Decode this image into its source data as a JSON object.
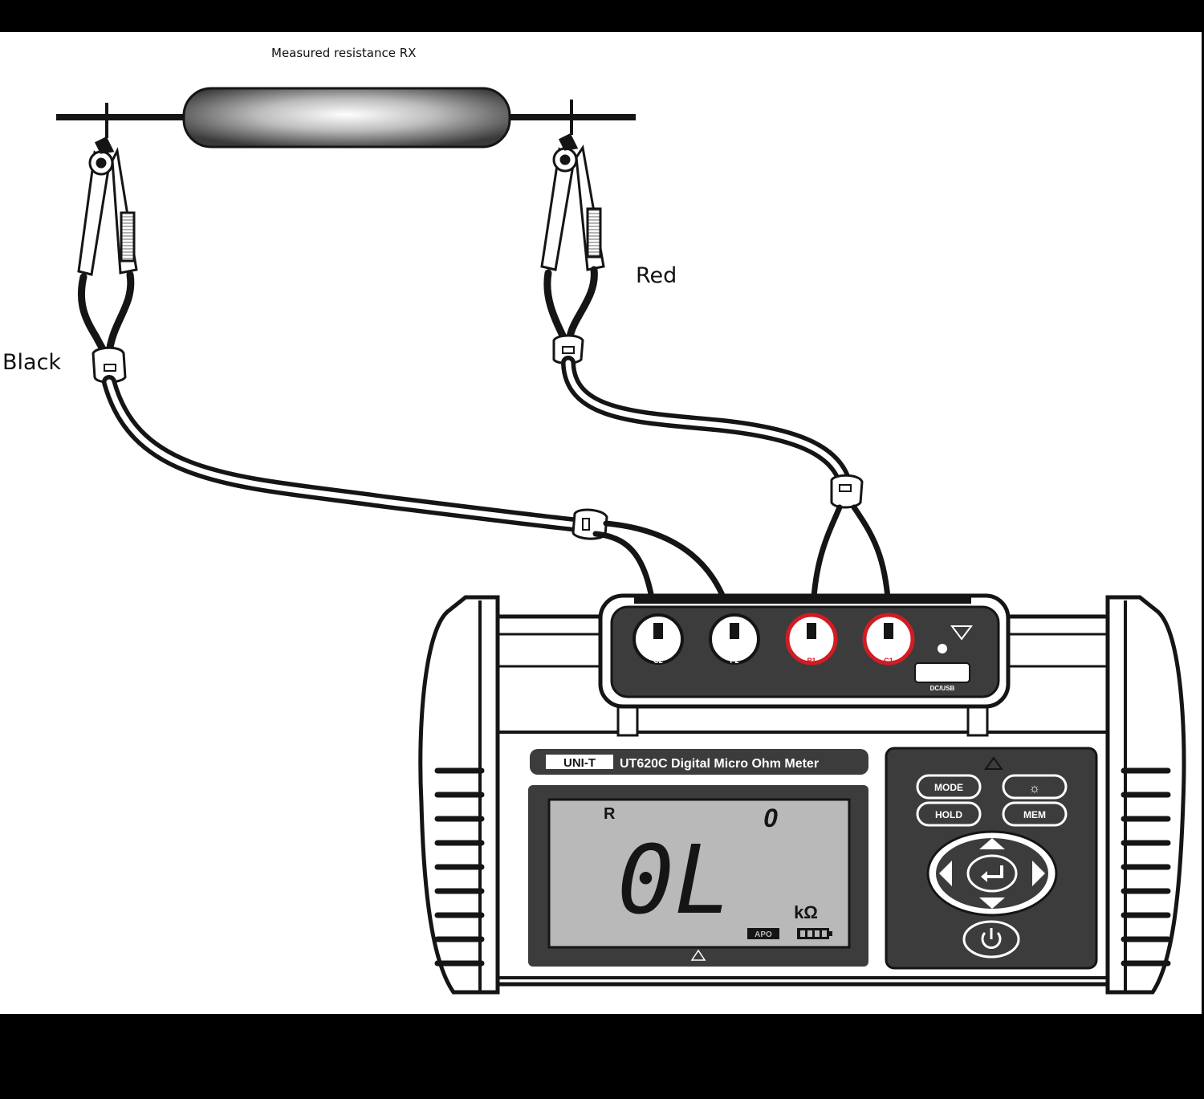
{
  "labels": {
    "resistor": "Measured resistance RX",
    "red_lead": "Red",
    "black_lead": "Black"
  },
  "meter": {
    "brand": "UNI-T",
    "model_title": "UT620C Digital Micro Ohm Meter",
    "display": {
      "mode": "R",
      "reading": "0L",
      "unit": "kΩ",
      "memory_index": "0",
      "apo": "APO"
    },
    "buttons": {
      "mode": "MODE",
      "backlight": "☼",
      "hold": "HOLD",
      "mem": "MEM"
    },
    "terminals": [
      "C2",
      "P2",
      "P1",
      "C1"
    ],
    "port_label": "DC/USB"
  },
  "colors": {
    "red_terminal": "#d01c24",
    "lcd_bg": "#b9b9b9",
    "panel_dark": "#3c3c3c",
    "ink": "#151515"
  }
}
